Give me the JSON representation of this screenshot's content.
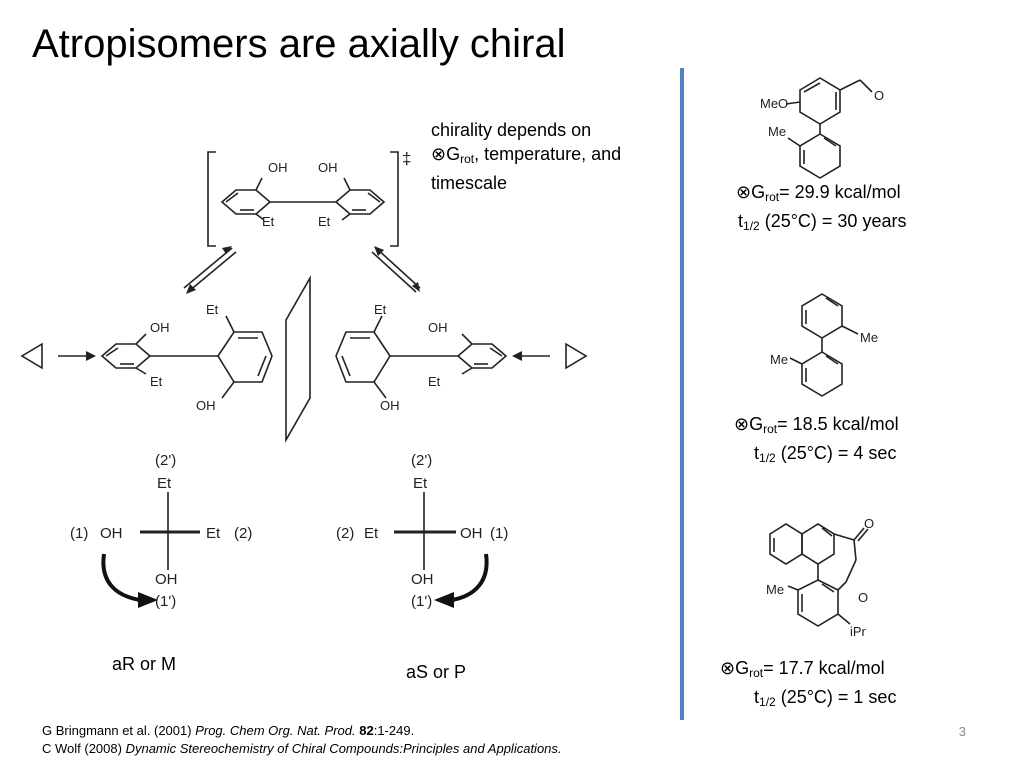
{
  "slide": {
    "title": "Atropisomers are axially chiral",
    "page_number": "3"
  },
  "note": {
    "line1": "chirality depends on",
    "dg_symbol": "⊗G",
    "box": "",
    "rot": "rot",
    "line2_rest": ", temperature, and",
    "line3": "timescale"
  },
  "diagram": {
    "ts_bracket_symbol": "‡",
    "labels": {
      "oh": "OH",
      "et": "Et",
      "meo": "MeO",
      "me": "Me",
      "ipr": "iPr",
      "o": "O",
      "two_prime": "(2')",
      "one_prime": "(1')",
      "one": "(1)",
      "two": "(2)"
    },
    "left_label": "aR or M",
    "right_label": "aS or P"
  },
  "compounds": [
    {
      "dg": "⊗G",
      "box": "",
      "rot": "rot",
      "value": "= 29.9 kcal/mol",
      "t": "t",
      "half": "1/2",
      "halflife": " (25°C) = 30 years"
    },
    {
      "dg": "⊗G",
      "box": "",
      "rot": "rot",
      "value": "= 18.5 kcal/mol",
      "t": "t",
      "half": "1/2",
      "halflife": " (25°C) = 4 sec"
    },
    {
      "dg": "⊗G",
      "box": "",
      "rot": "rot",
      "value": "= 17.7 kcal/mol",
      "t": "t",
      "half": "1/2",
      "halflife": " (25°C) = 1 sec"
    }
  ],
  "references": {
    "ref1_plain": "G Bringmann et al. (2001) ",
    "ref1_journal": "Prog. Chem Org. Nat. Prod.",
    "ref1_space": " ",
    "ref1_volume": "82",
    "ref1_pages": ":1-249.",
    "ref2_plain": "C Wolf (2008) ",
    "ref2_title": "Dynamic Stereochemistry of Chiral Compounds:Principles and Applications."
  }
}
